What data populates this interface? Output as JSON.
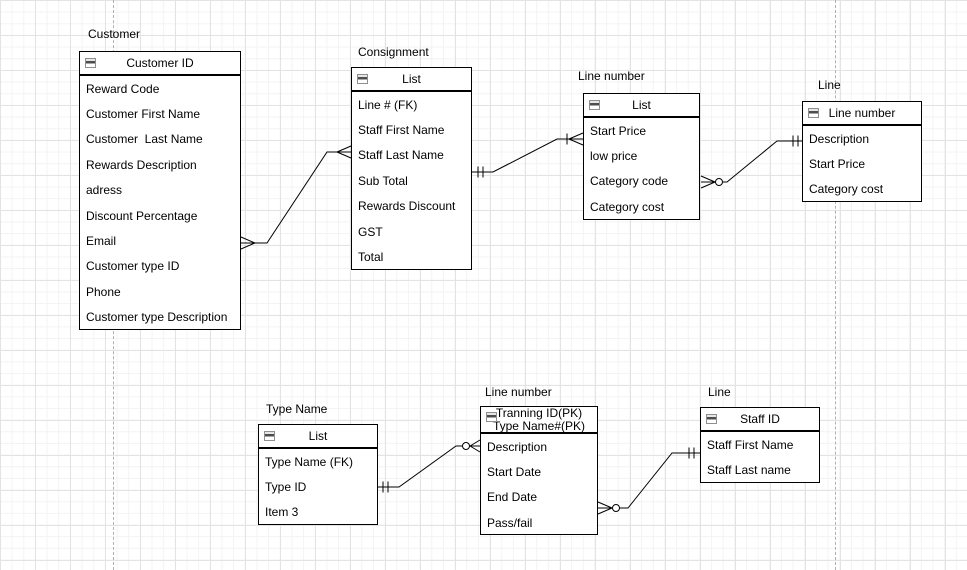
{
  "colors": {
    "background": "#ffffff",
    "table_border": "#000000",
    "grid_minor": "#f3f3f3",
    "grid_major": "#e3e3e3",
    "page_guide_dashed": "#b0b0b0"
  },
  "diagram": {
    "header_icon": "table-icon",
    "entities": {
      "customer": {
        "label": "Customer",
        "title": "Customer ID",
        "rows": [
          "Reward Code",
          "Customer First Name",
          "Customer  Last Name",
          "Rewards Description",
          "adress",
          "Discount Percentage",
          "Email",
          "Customer type ID",
          "Phone",
          "Customer type Description"
        ]
      },
      "consignment": {
        "label": "Consignment",
        "title": "List",
        "rows": [
          "Line # (FK)",
          "Staff First Name",
          "Staff Last Name",
          "Sub Total",
          "Rewards Discount",
          "GST",
          "Total"
        ]
      },
      "line_number_top": {
        "label": "Line number",
        "title": "List",
        "rows": [
          "Start Price",
          "low price",
          "Category code",
          "Category cost"
        ]
      },
      "line_top": {
        "label": "Line",
        "title": "Line number",
        "rows": [
          "Description",
          "Start Price",
          "Category cost"
        ]
      },
      "type_name": {
        "label": "Type Name",
        "title": "List",
        "rows": [
          "Type Name (FK)",
          "Type ID",
          "Item 3"
        ]
      },
      "line_number_bottom": {
        "label": "Line number",
        "title_line1": "Tranning ID(PK)",
        "title_line2": "Type Name#(PK)",
        "rows": [
          "Description",
          "Start Date",
          "End Date",
          "Pass/fail"
        ]
      },
      "line_bottom": {
        "label": "Line",
        "title": "Staff ID",
        "rows": [
          "Staff First Name",
          "Staff Last name"
        ]
      }
    },
    "relationships": [
      {
        "from": "customer",
        "to": "consignment",
        "from_end": "many",
        "to_end": "many"
      },
      {
        "from": "consignment",
        "to": "line_number_top",
        "from_end": "exactly-one",
        "to_end": "one-or-many"
      },
      {
        "from": "line_number_top",
        "to": "line_top",
        "from_end": "zero-or-many",
        "to_end": "exactly-one"
      },
      {
        "from": "type_name",
        "to": "line_number_bottom",
        "from_end": "exactly-one",
        "to_end": "zero-or-many"
      },
      {
        "from": "line_number_bottom",
        "to": "line_bottom",
        "from_end": "zero-or-many",
        "to_end": "exactly-one"
      }
    ]
  }
}
